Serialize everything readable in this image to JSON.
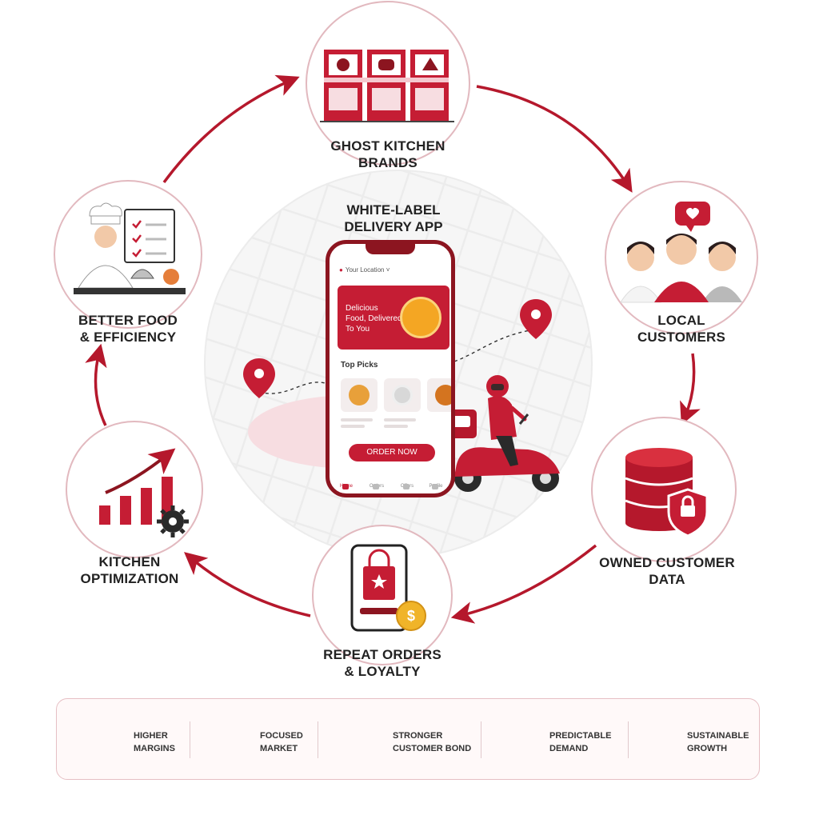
{
  "center": {
    "title_line1": "WHITE-LABEL",
    "title_line2": "DELIVERY APP"
  },
  "phone": {
    "location": "Your Location",
    "banner_line1": "Delicious",
    "banner_line2": "Food, Delivered",
    "banner_line3": "To You",
    "top_picks": "Top Picks",
    "order_button": "ORDER NOW",
    "tabs": [
      "Home",
      "Orders",
      "Offers",
      "Profile"
    ]
  },
  "nodes": {
    "ghost_kitchen": {
      "line1": "GHOST KITCHEN",
      "line2": "BRANDS",
      "icon": "storefronts-icon"
    },
    "local_customers": {
      "line1": "LOCAL",
      "line2": "CUSTOMERS",
      "icon": "customers-icon"
    },
    "owned_data": {
      "line1": "OWNED CUSTOMER",
      "line2": "DATA",
      "icon": "database-lock-icon"
    },
    "repeat_orders": {
      "line1": "REPEAT ORDERS",
      "line2": "& LOYALTY",
      "icon": "shopping-bag-phone-icon"
    },
    "kitchen_optimization": {
      "line1": "KITCHEN",
      "line2": "OPTIMIZATION",
      "icon": "growth-chart-gear-icon"
    },
    "better_food": {
      "line1": "BETTER FOOD",
      "line2": "& EFFICIENCY",
      "icon": "chef-checklist-icon"
    }
  },
  "benefits": [
    {
      "line1": "HIGHER",
      "line2": "MARGINS",
      "icon": "coins-dollar-icon"
    },
    {
      "line1": "FOCUSED",
      "line2": "MARKET",
      "icon": "target-icon"
    },
    {
      "line1": "STRONGER",
      "line2": "CUSTOMER BOND",
      "icon": "handshake-icon"
    },
    {
      "line1": "PREDICTABLE",
      "line2": "DEMAND",
      "icon": "pie-chart-icon"
    },
    {
      "line1": "SUSTAINABLE",
      "line2": "GROWTH",
      "icon": "growth-bars-icon"
    }
  ],
  "colors": {
    "accent": "#c51d34",
    "dark_accent": "#8c1520",
    "circle_border": "#e2b9bf",
    "soft_pink": "#f7dde1"
  }
}
